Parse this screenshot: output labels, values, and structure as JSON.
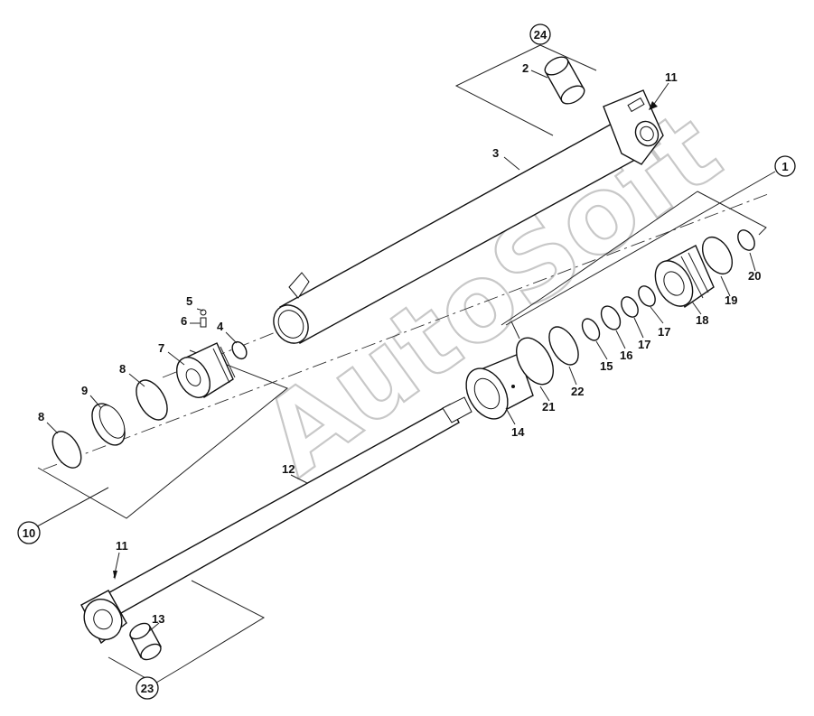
{
  "watermark": "AutoSoft",
  "callouts": {
    "c1": "1",
    "c2": "2",
    "c3": "3",
    "c4": "4",
    "c5": "5",
    "c6": "6",
    "c7": "7",
    "c8a": "8",
    "c8b": "8",
    "c9": "9",
    "c10": "10",
    "c11a": "11",
    "c11b": "11",
    "c12": "12",
    "c13": "13",
    "c14": "14",
    "c15": "15",
    "c16": "16",
    "c17a": "17",
    "c17b": "17",
    "c18": "18",
    "c19": "19",
    "c20": "20",
    "c21": "21",
    "c22": "22",
    "c23": "23",
    "c24": "24"
  }
}
